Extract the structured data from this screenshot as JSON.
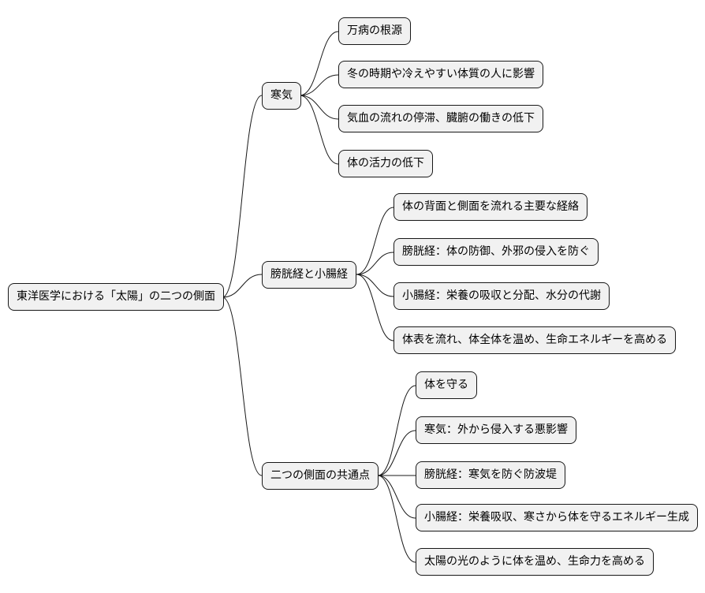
{
  "mindmap": {
    "root": "東洋医学における「太陽」の二つの側面",
    "branches": [
      {
        "label": "寒気",
        "children": [
          "万病の根源",
          "冬の時期や冷えやすい体質の人に影響",
          "気血の流れの停滞、臓腑の働きの低下",
          "体の活力の低下"
        ]
      },
      {
        "label": "膀胱経と小腸経",
        "children": [
          "体の背面と側面を流れる主要な経絡",
          "膀胱経：体の防御、外邪の侵入を防ぐ",
          "小腸経：栄養の吸収と分配、水分の代謝",
          "体表を流れ、体全体を温め、生命エネルギーを高める"
        ]
      },
      {
        "label": "二つの側面の共通点",
        "children": [
          "体を守る",
          "寒気：外から侵入する悪影響",
          "膀胱経：寒気を防ぐ防波堤",
          "小腸経：栄養吸収、寒さから体を守るエネルギー生成",
          "太陽の光のように体を温め、生命力を高める"
        ]
      }
    ]
  }
}
